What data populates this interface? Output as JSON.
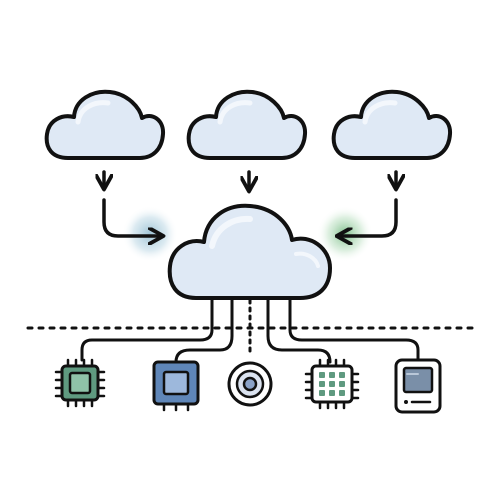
{
  "diagram": {
    "palette": {
      "outline": "#111111",
      "cloud_fill": "#dfe9f5",
      "cloud_highlight": "#f3f7fc",
      "glow_blue": "#7fb0c8",
      "glow_green": "#5fae6e",
      "chip_green": "#5f9a80",
      "chip_blue": "#5f86b8",
      "device_gray": "#7a8fa8",
      "device_blue": "#8aa2c8",
      "background": "#ffffff"
    },
    "nodes": {
      "top_clouds": [
        {
          "id": "cloud-left",
          "icon": "cloud-icon"
        },
        {
          "id": "cloud-center",
          "icon": "cloud-icon"
        },
        {
          "id": "cloud-right",
          "icon": "cloud-icon"
        }
      ],
      "hub": {
        "id": "hub-cloud",
        "icon": "cloud-icon"
      },
      "devices": [
        {
          "id": "device-cpu-green",
          "icon": "cpu-chip-icon",
          "color": "#5f9a80"
        },
        {
          "id": "device-chip-blue",
          "icon": "processor-icon",
          "color": "#5f86b8"
        },
        {
          "id": "device-disc",
          "icon": "disc-icon",
          "color": "#8aa2c8"
        },
        {
          "id": "device-grid-chip",
          "icon": "grid-chip-icon",
          "color": "#5f9a80"
        },
        {
          "id": "device-tablet",
          "icon": "handheld-device-icon",
          "color": "#7a8fa8"
        }
      ]
    },
    "connectors": {
      "top_arrows": 3,
      "bottom_links": 5,
      "separator": "dotted-line"
    }
  }
}
